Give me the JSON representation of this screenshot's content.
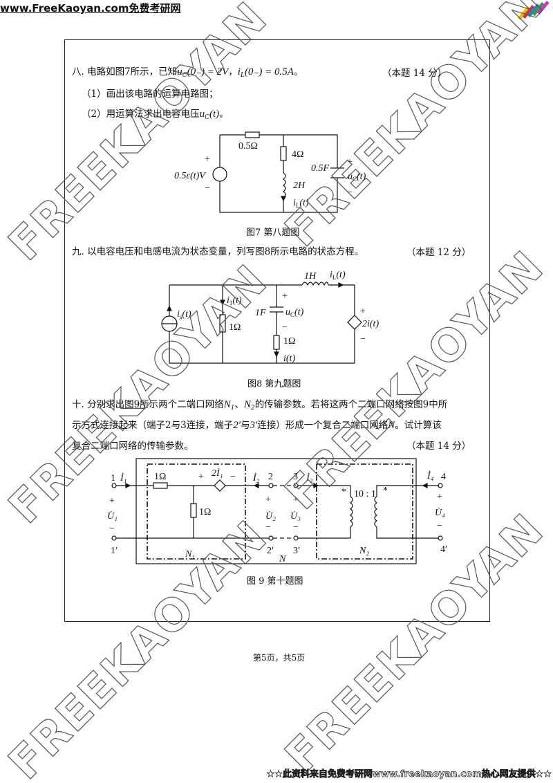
{
  "header": {
    "site": "www.FreeKaoyan.com免费考研网"
  },
  "watermark": "FREEKAOYAN",
  "q8": {
    "num": "八.",
    "text_a": "电路如图7所示，已知",
    "uc0": "u",
    "uc0_sub": "C",
    "uc0_rest": "(0₋) = 2V",
    "sep": "，",
    "il0": "i",
    "il0_sub": "L",
    "il0_rest": "(0₋) = 0.5A",
    "end": "。",
    "score": "（本题 14 分）",
    "part1": "（1）画出该电路的运算电路图；",
    "part2_a": "（2）用运算法求出电容电压",
    "part2_var": "u",
    "part2_sub": "C",
    "part2_rest": "(t)",
    "part2_end": "。",
    "fig": {
      "r_series": "0.5Ω",
      "r_branch": "4Ω",
      "inductor": "2H",
      "il_label": "i",
      "il_sub": "L",
      "il_rest": "(t)",
      "source": "0.5ε(t)V",
      "plus": "+",
      "minus": "−",
      "cap": "0.5F",
      "uc": "u",
      "uc_sub": "C",
      "uc_rest": "(t)"
    },
    "caption": "图7  第八题图"
  },
  "q9": {
    "num": "九.",
    "text": "以电容电压和电感电流为状态变量，列写图8所示电路的状态方程。",
    "score": "（本题 12 分）",
    "fig": {
      "is": "i",
      "is_sub": "s",
      "is_rest": "(t)",
      "i1": "i",
      "i1_sub": "1",
      "i1_rest": "(t)",
      "r1": "1Ω",
      "cap": "1F",
      "uc": "u",
      "uc_sub": "C",
      "uc_rest": "(t)",
      "r2": "1Ω",
      "i": "i(t)",
      "inductor": "1H",
      "il": "i",
      "il_sub": "L",
      "il_rest": "(t)",
      "dep": "2i(t)",
      "plus": "+",
      "minus": "−"
    },
    "caption": "图8  第九题图"
  },
  "q10": {
    "num": "十.",
    "line1_a": "分别求出图9所示两个二端口网络",
    "n1": "N",
    "n1_sub": "1",
    "comma": "、",
    "n2": "N",
    "n2_sub": "2",
    "line1_b": "的传输参数。若将这两个二端口网络按图9中所",
    "line2_a": "示方式连接起来（端子2与3连接，端子",
    "t2p": "2′",
    "line2_b": "与",
    "t3p": "3′",
    "line2_c": "连接）形成一个复合二端口网络",
    "n": "N",
    "line2_d": "。试计算该",
    "line3": "复合二端口网络的传输参数。",
    "score": "（本题 14 分）",
    "fig": {
      "t1": "1",
      "t1p": "1′",
      "t2": "2",
      "t2p": "2′",
      "t3": "3",
      "t3p": "3′",
      "t4": "4",
      "t4p": "4′",
      "I1": "İ₁",
      "I2": "İ₂",
      "I3": "İ₃",
      "I4": "İ₄",
      "U1": "U̇₁",
      "U2": "U̇₂",
      "U3": "U̇₃",
      "U4": "U̇₄",
      "r1": "1Ω",
      "r2": "1Ω",
      "dep": "2İ₁",
      "ratio": "10 : 1",
      "star": "*",
      "N1": "N₁",
      "N2": "N₂",
      "N": "N",
      "plus": "+",
      "minus": "−"
    },
    "caption": "图 9  第十题图"
  },
  "footer": {
    "page": "第5页，共5页"
  },
  "banner": "★★此资料来自免费考研网www.freekaoyan.com热心网友提供★★"
}
